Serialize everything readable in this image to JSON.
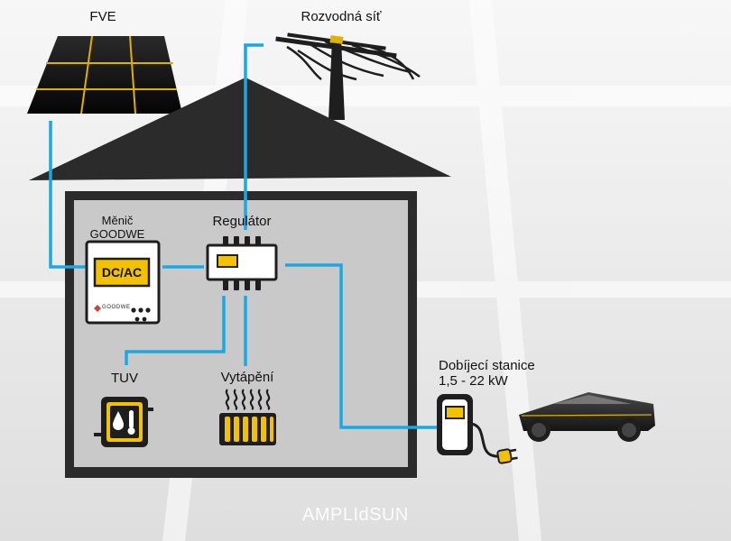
{
  "labels": {
    "fve": "FVE",
    "grid": "Rozvodná síť",
    "inverter_title_line1": "Měnič",
    "inverter_title_line2": "GOODWE",
    "inverter_display": "DC/AC",
    "inverter_brand": "GOODWE",
    "regulator": "Regulátor",
    "tuv": "TUV",
    "heating": "Vytápění",
    "station_line1": "Dobíjecí stanice",
    "station_line2": "1,5 - 22 kW",
    "watermark": "AMPLIdSUN"
  },
  "colors": {
    "background": "#f3f3f3",
    "connection": "#1aa7e6",
    "house_outline": "#2b2b2b",
    "house_fill": "#c9c9c9",
    "accent": "#f2c200",
    "dark": "#1e1e1e",
    "device_fill": "#ffffff"
  },
  "icons": [
    "solar-panel-icon",
    "power-pole-icon",
    "house-icon",
    "inverter-icon",
    "regulator-icon",
    "water-heater-icon",
    "radiator-icon",
    "charging-station-icon",
    "plug-icon",
    "electric-car-icon"
  ]
}
